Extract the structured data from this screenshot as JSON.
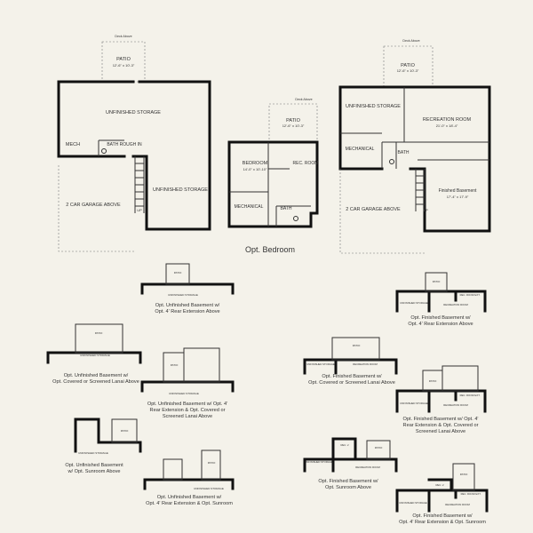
{
  "plan_a": {
    "deck_above": "Deck Above",
    "patio": "PATIO",
    "patio_dim": "12'-6\" x 10'-3\"",
    "unfinished_storage": "UNFINISHED STORAGE",
    "mech": "MECH",
    "bath_rough_in": "BATH ROUGH IN",
    "unfinished_storage_2": "UNFINISHED STORAGE",
    "garage": "2 CAR GARAGE ABOVE",
    "up": "UP"
  },
  "plan_b": {
    "deck_above": "Deck Above",
    "patio": "PATIO",
    "patio_dim": "12'-6\" x 10'-3\"",
    "bedroom": "BEDROOM",
    "bedroom_dim": "14'-0\" x 10'-10\"",
    "rec_room": "REC. ROOM",
    "mechanical": "MECHANICAL",
    "bath": "BATH",
    "caption": "Opt. Bedroom"
  },
  "plan_c": {
    "deck_above": "Deck Above",
    "patio": "PATIO",
    "patio_dim": "12'-6\" x 10'-3\"",
    "unfinished_storage": "UNFINISHED STORAGE",
    "recreation_room": "RECREATION ROOM",
    "recreation_dim": "21'-0\" x 18'-4\"",
    "mechanical": "MECHANICAL",
    "bath": "BATH",
    "finished_basement": "Finished Basement",
    "finished_dim": "17'-4\" x 17'-9\"",
    "garage": "2 CAR GARAGE ABOVE",
    "up": "UP"
  },
  "options": [
    {
      "line1": "Opt. Unfinished Basement w/",
      "line2": "Opt. 4' Rear Extension Above",
      "line3": ""
    },
    {
      "line1": "Opt. Unfinished Basement w/",
      "line2": "Opt. Covered or Screened Lanai Above",
      "line3": ""
    },
    {
      "line1": "Opt. Unfinished Basement w/ Opt. 4'",
      "line2": "Rear Extension & Opt. Covered or",
      "line3": "Screened Lanai Above"
    },
    {
      "line1": "Opt. Unfinished Basement",
      "line2": "w/ Opt. Sunroom Above",
      "line3": ""
    },
    {
      "line1": "Opt. Unfinished Basement w/",
      "line2": "Opt. 4' Rear Extension & Opt. Sunroom",
      "line3": ""
    },
    {
      "line1": "Opt. Finished Basement w/",
      "line2": "Opt. 4' Rear Extension Above",
      "line3": ""
    },
    {
      "line1": "Opt. Finished Basement w/",
      "line2": "Opt. Covered or Screened Lanai Above",
      "line3": ""
    },
    {
      "line1": "Opt. Finished Basement w/ Opt. 4'",
      "line2": "Rear Extension & Opt. Covered or",
      "line3": "Screened Lanai Above"
    },
    {
      "line1": "Opt. Finished Basement w/",
      "line2": "Opt. Sunroom Above",
      "line3": ""
    },
    {
      "line1": "Opt. Finished Basement w/",
      "line2": "Opt. 4' Rear Extension & Opt. Sunroom",
      "line3": ""
    }
  ],
  "mini": {
    "patio": "PATIO",
    "unfinished_storage": "UNFINISHED STORAGE",
    "recreation_room": "RECREATION ROOM",
    "rec_room_ext": "REC. ROOM EXT.",
    "rec2": "REC. 2"
  }
}
